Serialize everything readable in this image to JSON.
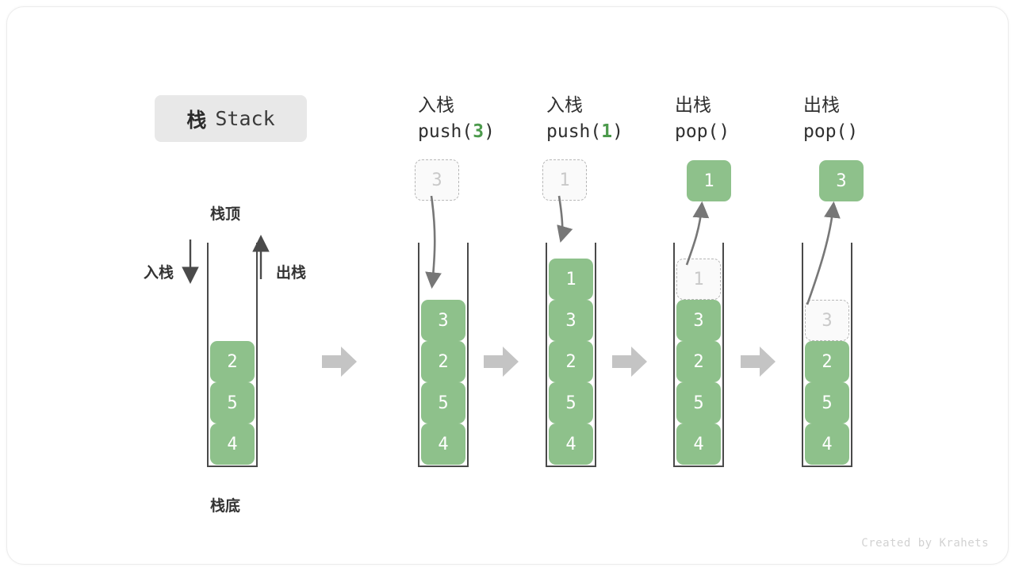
{
  "title": {
    "cn": "栈",
    "en": "Stack"
  },
  "labels": {
    "top": "栈顶",
    "bottom": "栈底",
    "push": "入栈",
    "pop": "出栈"
  },
  "watermark": "Created by Krahets",
  "colors": {
    "cell_green": "#8ec18b",
    "cell_text": "#ffffff",
    "ghost_border": "#b8b8b8",
    "ghost_text": "#c9c9c9",
    "arrow_gray": "#777777",
    "block_arrow": "#c4c4c4",
    "badge_bg": "#e8e8e8",
    "accent_green": "#4c9a4c",
    "wall": "#4a4a4a"
  },
  "steps": [
    {
      "id": "initial",
      "op_cn": "",
      "op_code": "",
      "op_arg": "",
      "float_box": null,
      "cells": [
        {
          "value": "2",
          "state": "solid"
        },
        {
          "value": "5",
          "state": "solid"
        },
        {
          "value": "4",
          "state": "solid"
        }
      ]
    },
    {
      "id": "push-3",
      "op_cn": "入栈",
      "op_code_prefix": "push(",
      "op_arg": "3",
      "op_code_suffix": ")",
      "float_box": {
        "value": "3",
        "state": "ghost"
      },
      "cells": [
        {
          "value": "3",
          "state": "solid"
        },
        {
          "value": "2",
          "state": "solid"
        },
        {
          "value": "5",
          "state": "solid"
        },
        {
          "value": "4",
          "state": "solid"
        }
      ]
    },
    {
      "id": "push-1",
      "op_cn": "入栈",
      "op_code_prefix": "push(",
      "op_arg": "1",
      "op_code_suffix": ")",
      "float_box": {
        "value": "1",
        "state": "ghost"
      },
      "cells": [
        {
          "value": "1",
          "state": "solid"
        },
        {
          "value": "3",
          "state": "solid"
        },
        {
          "value": "2",
          "state": "solid"
        },
        {
          "value": "5",
          "state": "solid"
        },
        {
          "value": "4",
          "state": "solid"
        }
      ]
    },
    {
      "id": "pop-1",
      "op_cn": "出栈",
      "op_code_prefix": "pop(",
      "op_arg": "",
      "op_code_suffix": ")",
      "float_box": {
        "value": "1",
        "state": "solid"
      },
      "cells": [
        {
          "value": "1",
          "state": "ghost"
        },
        {
          "value": "3",
          "state": "solid"
        },
        {
          "value": "2",
          "state": "solid"
        },
        {
          "value": "5",
          "state": "solid"
        },
        {
          "value": "4",
          "state": "solid"
        }
      ]
    },
    {
      "id": "pop-3",
      "op_cn": "出栈",
      "op_code_prefix": "pop(",
      "op_arg": "",
      "op_code_suffix": ")",
      "float_box": {
        "value": "3",
        "state": "solid"
      },
      "cells": [
        {
          "value": "3",
          "state": "ghost"
        },
        {
          "value": "2",
          "state": "solid"
        },
        {
          "value": "5",
          "state": "solid"
        },
        {
          "value": "4",
          "state": "solid"
        }
      ]
    }
  ]
}
